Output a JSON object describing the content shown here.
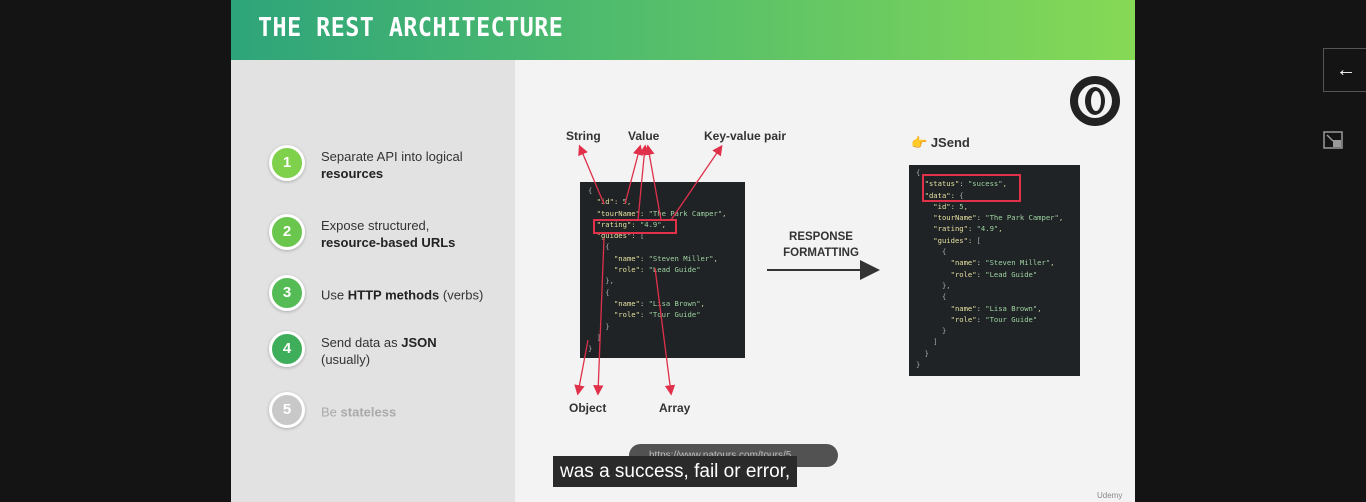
{
  "slide": {
    "title": "The REST Architecture",
    "steps": [
      {
        "num": "1",
        "text_pre": "Separate API into logical",
        "text_bold": "resources",
        "color": "#7fd04a"
      },
      {
        "num": "2",
        "text_pre": "Expose structured,",
        "text_bold": "resource-based URLs",
        "color": "#6bc64e"
      },
      {
        "num": "3",
        "text_pre": "Use",
        "text_bold": "HTTP methods",
        "text_post": "(verbs)",
        "color": "#55bb55"
      },
      {
        "num": "4",
        "text_pre": "Send data as",
        "text_bold": "JSON",
        "text_post": "(usually)",
        "color": "#3fae5a"
      },
      {
        "num": "5",
        "text_pre": "Be",
        "text_bold": "stateless",
        "color": "#c8c8c8"
      }
    ],
    "labels": {
      "string": "String",
      "value": "Value",
      "key_value": "Key-value pair",
      "object": "Object",
      "array": "Array",
      "response_line1": "RESPONSE",
      "response_line2": "FORMATTING",
      "jsend": "JSend"
    }
  },
  "video": {
    "url_tooltip": "https://www.natours.com/tours/5",
    "caption": "was a success, fail or error,",
    "watermark": "Udemy",
    "back_icon": "arrow-left-icon",
    "pip_icon": "picture-in-picture-icon"
  },
  "colors": {
    "accent_red": "#e0304a",
    "banner_start": "#2ea47a",
    "banner_end": "#86d955"
  }
}
